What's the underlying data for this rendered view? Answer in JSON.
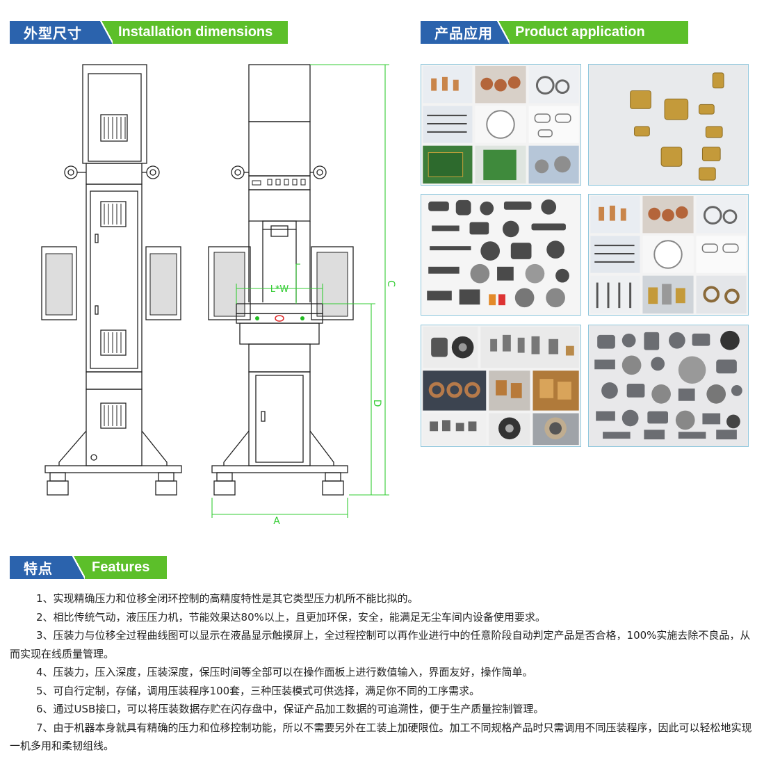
{
  "sections": {
    "install": {
      "cn": "外型尺寸",
      "en": "Installation dimensions"
    },
    "product": {
      "cn": "产品应用",
      "en": "Product application"
    },
    "features": {
      "cn": "特点",
      "en": "Features"
    }
  },
  "drawing": {
    "label_a": "A",
    "label_c": "C",
    "label_d": "D",
    "label_lw": "L*W"
  },
  "features": [
    "1、实现精确压力和位移全闭环控制的高精度特性是其它类型压力机所不能比拟的。",
    "2、相比传统气动，液压压力机，节能效果达80%以上，且更加环保，安全，能满足无尘车间内设备使用要求。",
    "3、压装力与位移全过程曲线图可以显示在液晶显示触摸屏上，全过程控制可以再作业进行中的任意阶段自动判定产品是否合格，100%实施去除不良品，从而实现在线质量管理。",
    "4、压装力，压入深度，压装深度，保压时间等全部可以在操作面板上进行数值输入，界面友好，操作简单。",
    "5、可自行定制，存储，调用压装程序100套，三种压装模式可供选择，满足你不同的工序需求。",
    "6、通过USB接口，可以将压装数据存贮在闪存盘中，保证产品加工数据的可追溯性，便于生产质量控制管理。",
    "7、由于机器本身就具有精确的压力和位移控制功能，所以不需要另外在工装上加硬限位。加工不同规格产品时只需调用不同压装程序，因此可以轻松地实现一机多用和柔韧组线。"
  ],
  "colors": {
    "blue": "#2b63ad",
    "green": "#5cbf2a",
    "dimension_line": "#33cc33",
    "panel_border": "#8fc7dd"
  }
}
